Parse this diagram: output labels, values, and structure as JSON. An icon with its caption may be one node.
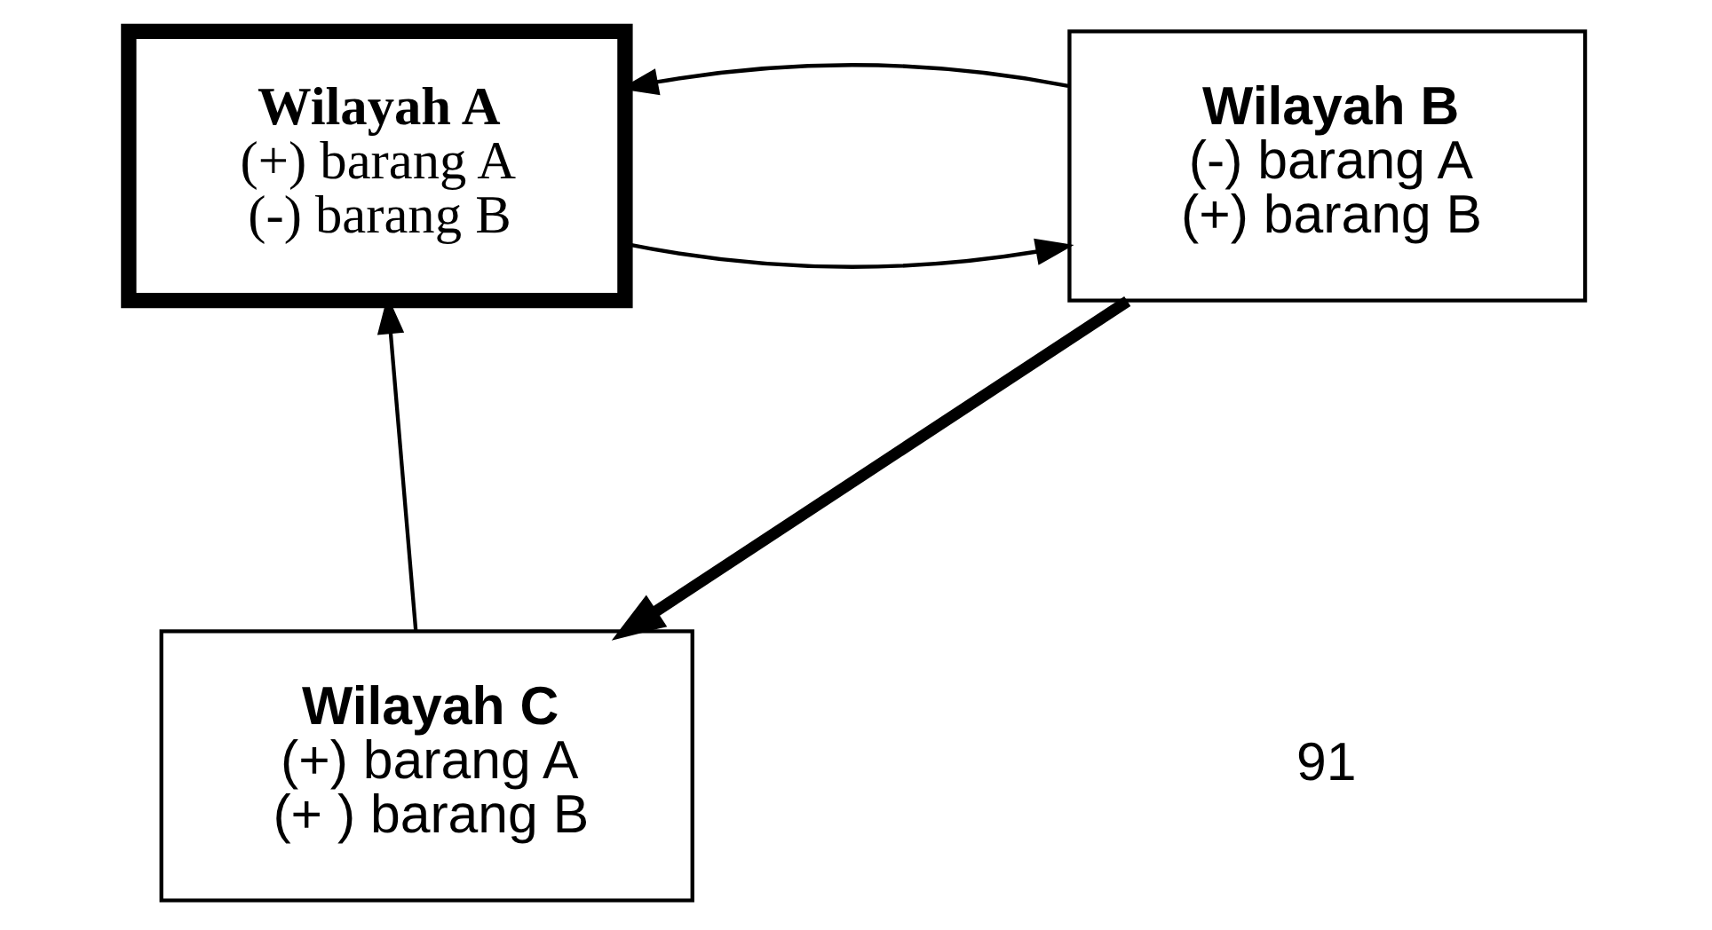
{
  "diagram": {
    "nodes": [
      {
        "text": [
          "Wilayah A",
          "(+) barang A",
          "(-) barang B"
        ]
      },
      {
        "text": [
          "Wilayah B",
          "(-) barang A",
          "(+) barang B"
        ]
      },
      {
        "text": [
          "Wilayah C",
          "(+) barang A",
          "(+ ) barang B"
        ]
      }
    ],
    "edges": [
      {
        "from": 0,
        "to": 1,
        "arrow": "to"
      },
      {
        "from": 1,
        "to": 0,
        "arrow": "to"
      },
      {
        "from": 1,
        "to": 2,
        "arrow": "to",
        "style": "thick"
      },
      {
        "from": 2,
        "to": 0,
        "arrow": "to"
      }
    ],
    "labels": [
      "91"
    ]
  }
}
